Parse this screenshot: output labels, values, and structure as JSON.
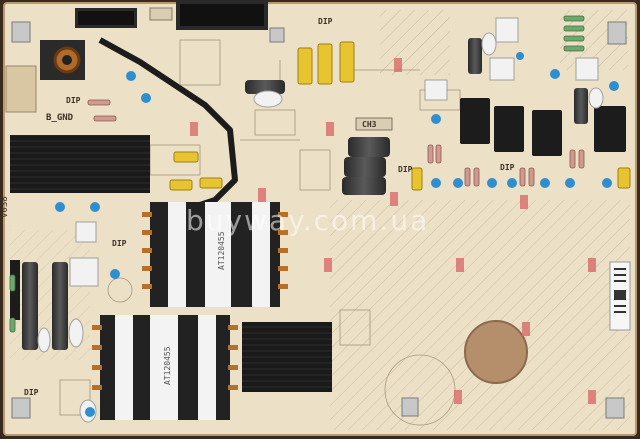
{
  "board": {
    "watermark": "buyway.com.ua",
    "labels": {
      "b_gnd": "B_GND",
      "dip": "DIP",
      "ch3": "CH3",
      "v_left": "V038",
      "transformer_top": "AT120455",
      "transformer_bottom": "AT120455"
    }
  },
  "colors": {
    "pcb": "#ece0c6",
    "pcb_edge": "#b79a72",
    "frame": "#3a2a1e",
    "silkscreen": "#6b5b48",
    "heatsink": "#171717",
    "transformer_body": "#222222",
    "transformer_band": "#f3f3f3",
    "ic_black": "#1c1c1c",
    "capacitor_yellow": "#e8c431",
    "led_blue": "#2f8fce",
    "resistor_pink": "#cf9a90",
    "hole": "#b58f6c",
    "marker_red": "#d96a6a"
  }
}
